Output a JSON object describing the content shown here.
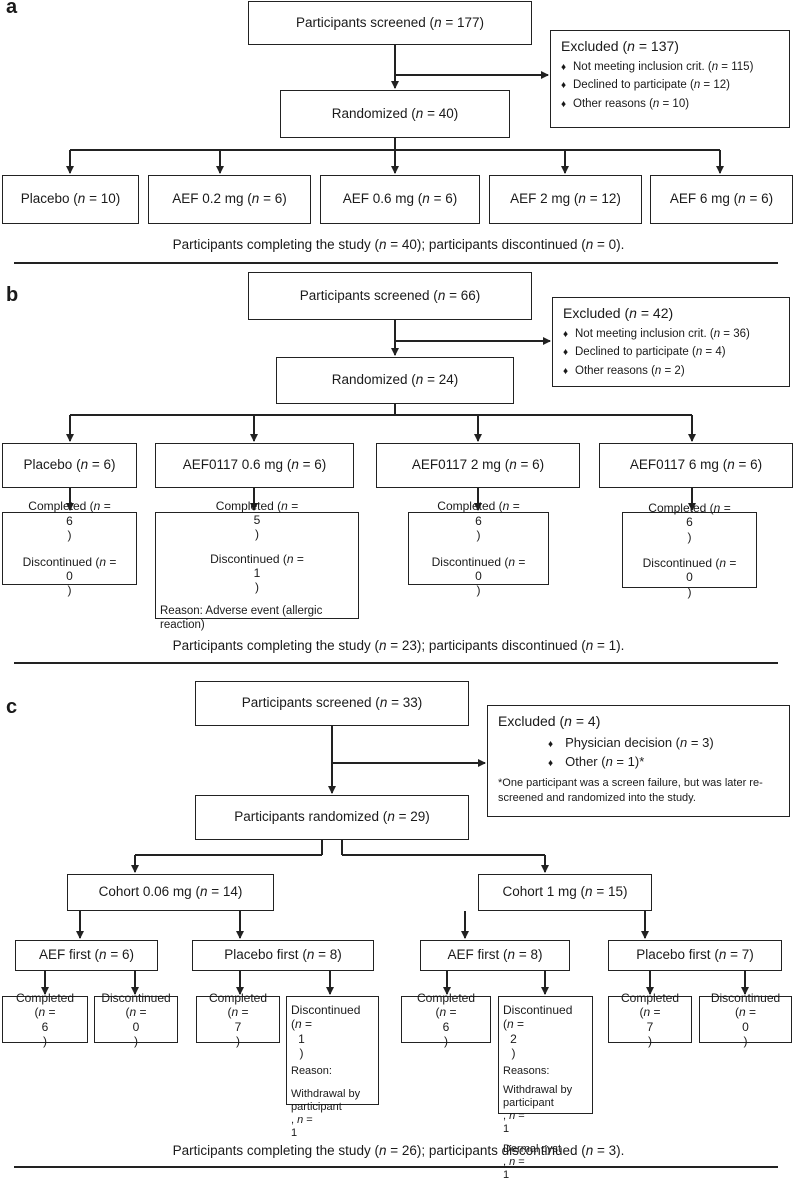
{
  "panel_a": {
    "label": "a",
    "screened": "177",
    "excluded": {
      "n": "137",
      "items": [
        {
          "label": "Not meeting inclusion crit.",
          "n": "115"
        },
        {
          "label": "Declined to participate",
          "n": "12"
        },
        {
          "label": "Other reasons",
          "n": "10"
        }
      ]
    },
    "randomized": "40",
    "arms": [
      {
        "label": "Placebo",
        "n": "10"
      },
      {
        "label": "AEF 0.2 mg",
        "n": "6"
      },
      {
        "label": "AEF 0.6 mg",
        "n": "6"
      },
      {
        "label": "AEF 2 mg",
        "n": "12"
      },
      {
        "label": "AEF 6 mg",
        "n": "6"
      }
    ],
    "completing": "40",
    "discontinued": "0"
  },
  "panel_b": {
    "label": "b",
    "screened": "66",
    "excluded": {
      "n": "42",
      "items": [
        {
          "label": "Not meeting inclusion crit.",
          "n": "36"
        },
        {
          "label": "Declined to participate",
          "n": "4"
        },
        {
          "label": "Other reasons",
          "n": "2"
        }
      ]
    },
    "randomized": "24",
    "arms": [
      {
        "label": "Placebo",
        "n": "6",
        "completed": "6",
        "discontinued": "0"
      },
      {
        "label": "AEF0117 0.6 mg",
        "n": "6",
        "completed": "5",
        "discontinued": "1",
        "reason": "Reason: Adverse event (allergic reaction)"
      },
      {
        "label": "AEF0117 2 mg",
        "n": "6",
        "completed": "6",
        "discontinued": "0"
      },
      {
        "label": "AEF0117 6 mg",
        "n": "6",
        "completed": "6",
        "discontinued": "0"
      }
    ],
    "completing": "23",
    "discontinued": "1"
  },
  "panel_c": {
    "label": "c",
    "screened": "33",
    "excluded": {
      "n": "4",
      "items": [
        {
          "label": "Physician decision",
          "n": "3"
        },
        {
          "label": "Other",
          "n": "1"
        }
      ],
      "note": "*One participant was a screen failure, but was later re-screened and randomized into the study."
    },
    "randomized": "29",
    "cohorts": [
      {
        "label": "Cohort 0.06 mg",
        "n": "14",
        "groups": [
          {
            "label": "AEF first",
            "n": "6",
            "completed": "6",
            "discontinued": "0"
          },
          {
            "label": "Placebo first",
            "n": "8",
            "completed": "7",
            "discontinued": "1",
            "reason_title": "Reason:",
            "reasons": [
              {
                "label": "Withdrawal by participant",
                "n": "1"
              }
            ]
          }
        ]
      },
      {
        "label": "Cohort 1 mg",
        "n": "15",
        "groups": [
          {
            "label": "AEF first",
            "n": "8",
            "completed": "6",
            "discontinued": "2",
            "reason_title": "Reasons:",
            "reasons": [
              {
                "label": "Withdrawal by participant",
                "n": "1"
              },
              {
                "label": "Dermal cyst",
                "n": "1"
              }
            ]
          },
          {
            "label": "Placebo first",
            "n": "7",
            "completed": "7",
            "discontinued": "0"
          }
        ]
      }
    ],
    "completing": "26",
    "discontinued": "3"
  }
}
